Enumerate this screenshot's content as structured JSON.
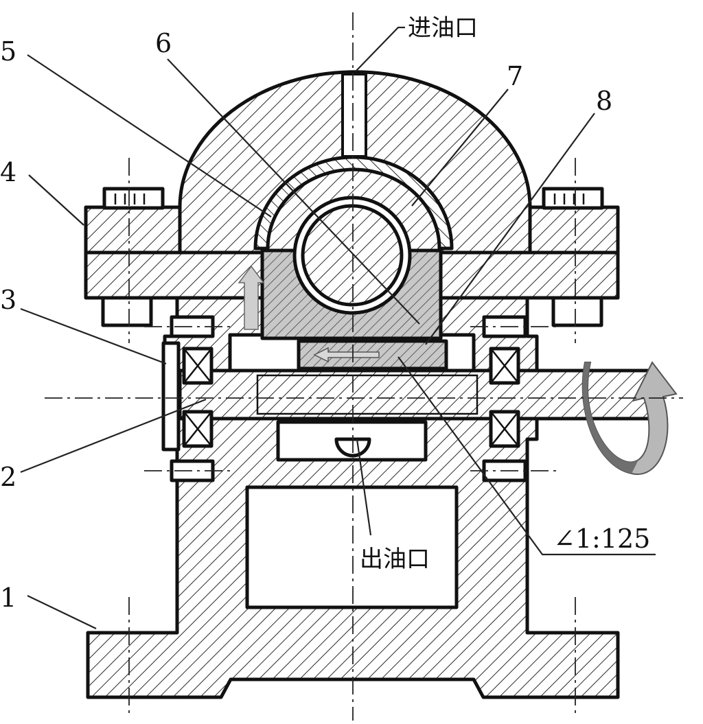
{
  "labels": {
    "part_1": "1",
    "part_2": "2",
    "part_3": "3",
    "part_4": "4",
    "part_5": "5",
    "part_6": "6",
    "part_7": "7",
    "part_8": "8",
    "oil_inlet": "进油口",
    "oil_outlet": "出油口",
    "taper": "∠1:125"
  },
  "colors": {
    "outline": "#111111",
    "hatch": "#2a2a2a",
    "bearing_shade": "#c8c8c8",
    "arrow_dark": "#6f6f6f",
    "arrow_light": "#c9c9c9"
  }
}
